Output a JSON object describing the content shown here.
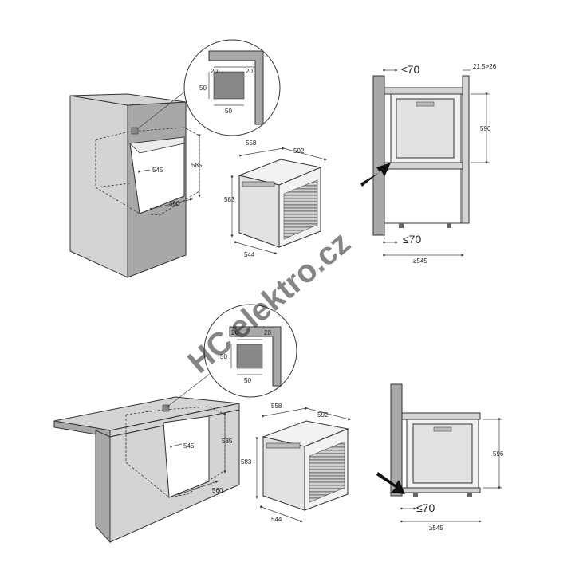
{
  "watermark": {
    "brand": "HC",
    "text": "elektro.cz",
    "color": "#d23a3a"
  },
  "colors": {
    "wall_light": "#d4d4d4",
    "wall_dark": "#a8a8a8",
    "lines": "#333333"
  },
  "top_row": {
    "niche": {
      "width": "545",
      "depth": "560",
      "height": "585"
    },
    "detail": {
      "vent_top": "20",
      "vent_right": "20",
      "vent_side": "50",
      "vent_bottom": "50"
    },
    "oven": {
      "depth_top": "558",
      "width_top": "592",
      "height": "583",
      "depth_bottom": "544"
    },
    "section": {
      "gap_top": "≤70",
      "gap_bottom": "≤70",
      "gap_right": "21.5>26",
      "height": "596",
      "depth": "≥545"
    }
  },
  "bottom_row": {
    "niche": {
      "width": "545",
      "depth": "560",
      "height": "585"
    },
    "detail": {
      "vent_top": "20",
      "vent_right": "20",
      "vent_side": "50",
      "vent_bottom": "50"
    },
    "oven": {
      "depth_top": "558",
      "width_top": "592",
      "height": "583",
      "depth_bottom": "544"
    },
    "section": {
      "gap_bottom": "≤70",
      "height": "596",
      "depth": "≥545"
    }
  }
}
